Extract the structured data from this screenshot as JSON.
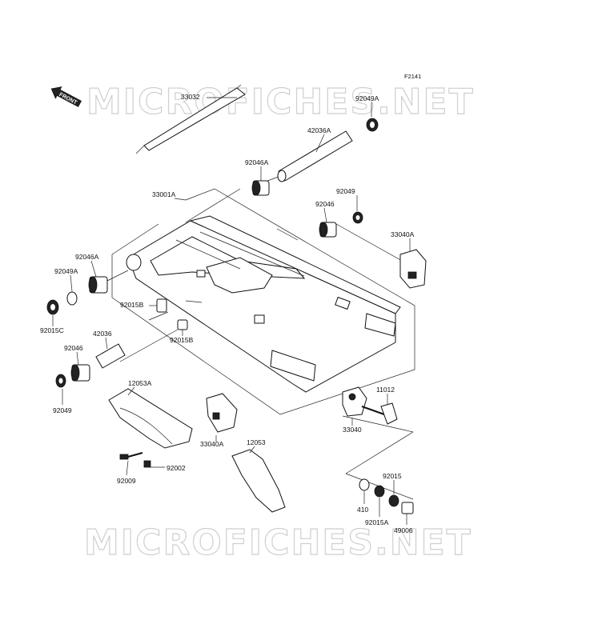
{
  "diagram": {
    "code": "F2141",
    "front_label": "FRONT",
    "watermark": "MICROFICHES.NET",
    "parts": [
      {
        "id": "p33032",
        "label": "33032"
      },
      {
        "id": "p92049A_top",
        "label": "92049A"
      },
      {
        "id": "p42036A",
        "label": "42036A"
      },
      {
        "id": "p92046A_top",
        "label": "92046A"
      },
      {
        "id": "p92049",
        "label": "92049"
      },
      {
        "id": "p92046",
        "label": "92046"
      },
      {
        "id": "p33001A",
        "label": "33001A"
      },
      {
        "id": "p33040A_right",
        "label": "33040A"
      },
      {
        "id": "p92046A_left",
        "label": "92046A"
      },
      {
        "id": "p92049A_left",
        "label": "92049A"
      },
      {
        "id": "p92015C",
        "label": "92015C"
      },
      {
        "id": "p92015B_a",
        "label": "92015B"
      },
      {
        "id": "p92015B_b",
        "label": "92015B"
      },
      {
        "id": "p42036",
        "label": "42036"
      },
      {
        "id": "p92046_left",
        "label": "92046"
      },
      {
        "id": "p92049_left",
        "label": "92049"
      },
      {
        "id": "p12053A",
        "label": "12053A"
      },
      {
        "id": "p33040A_mid",
        "label": "33040A"
      },
      {
        "id": "p12053",
        "label": "12053"
      },
      {
        "id": "p92009",
        "label": "92009"
      },
      {
        "id": "p92002",
        "label": "92002"
      },
      {
        "id": "p11012",
        "label": "11012"
      },
      {
        "id": "p33040",
        "label": "33040"
      },
      {
        "id": "p92015",
        "label": "92015"
      },
      {
        "id": "p410",
        "label": "410"
      },
      {
        "id": "p92015A",
        "label": "92015A"
      },
      {
        "id": "p49006",
        "label": "49006"
      }
    ]
  }
}
